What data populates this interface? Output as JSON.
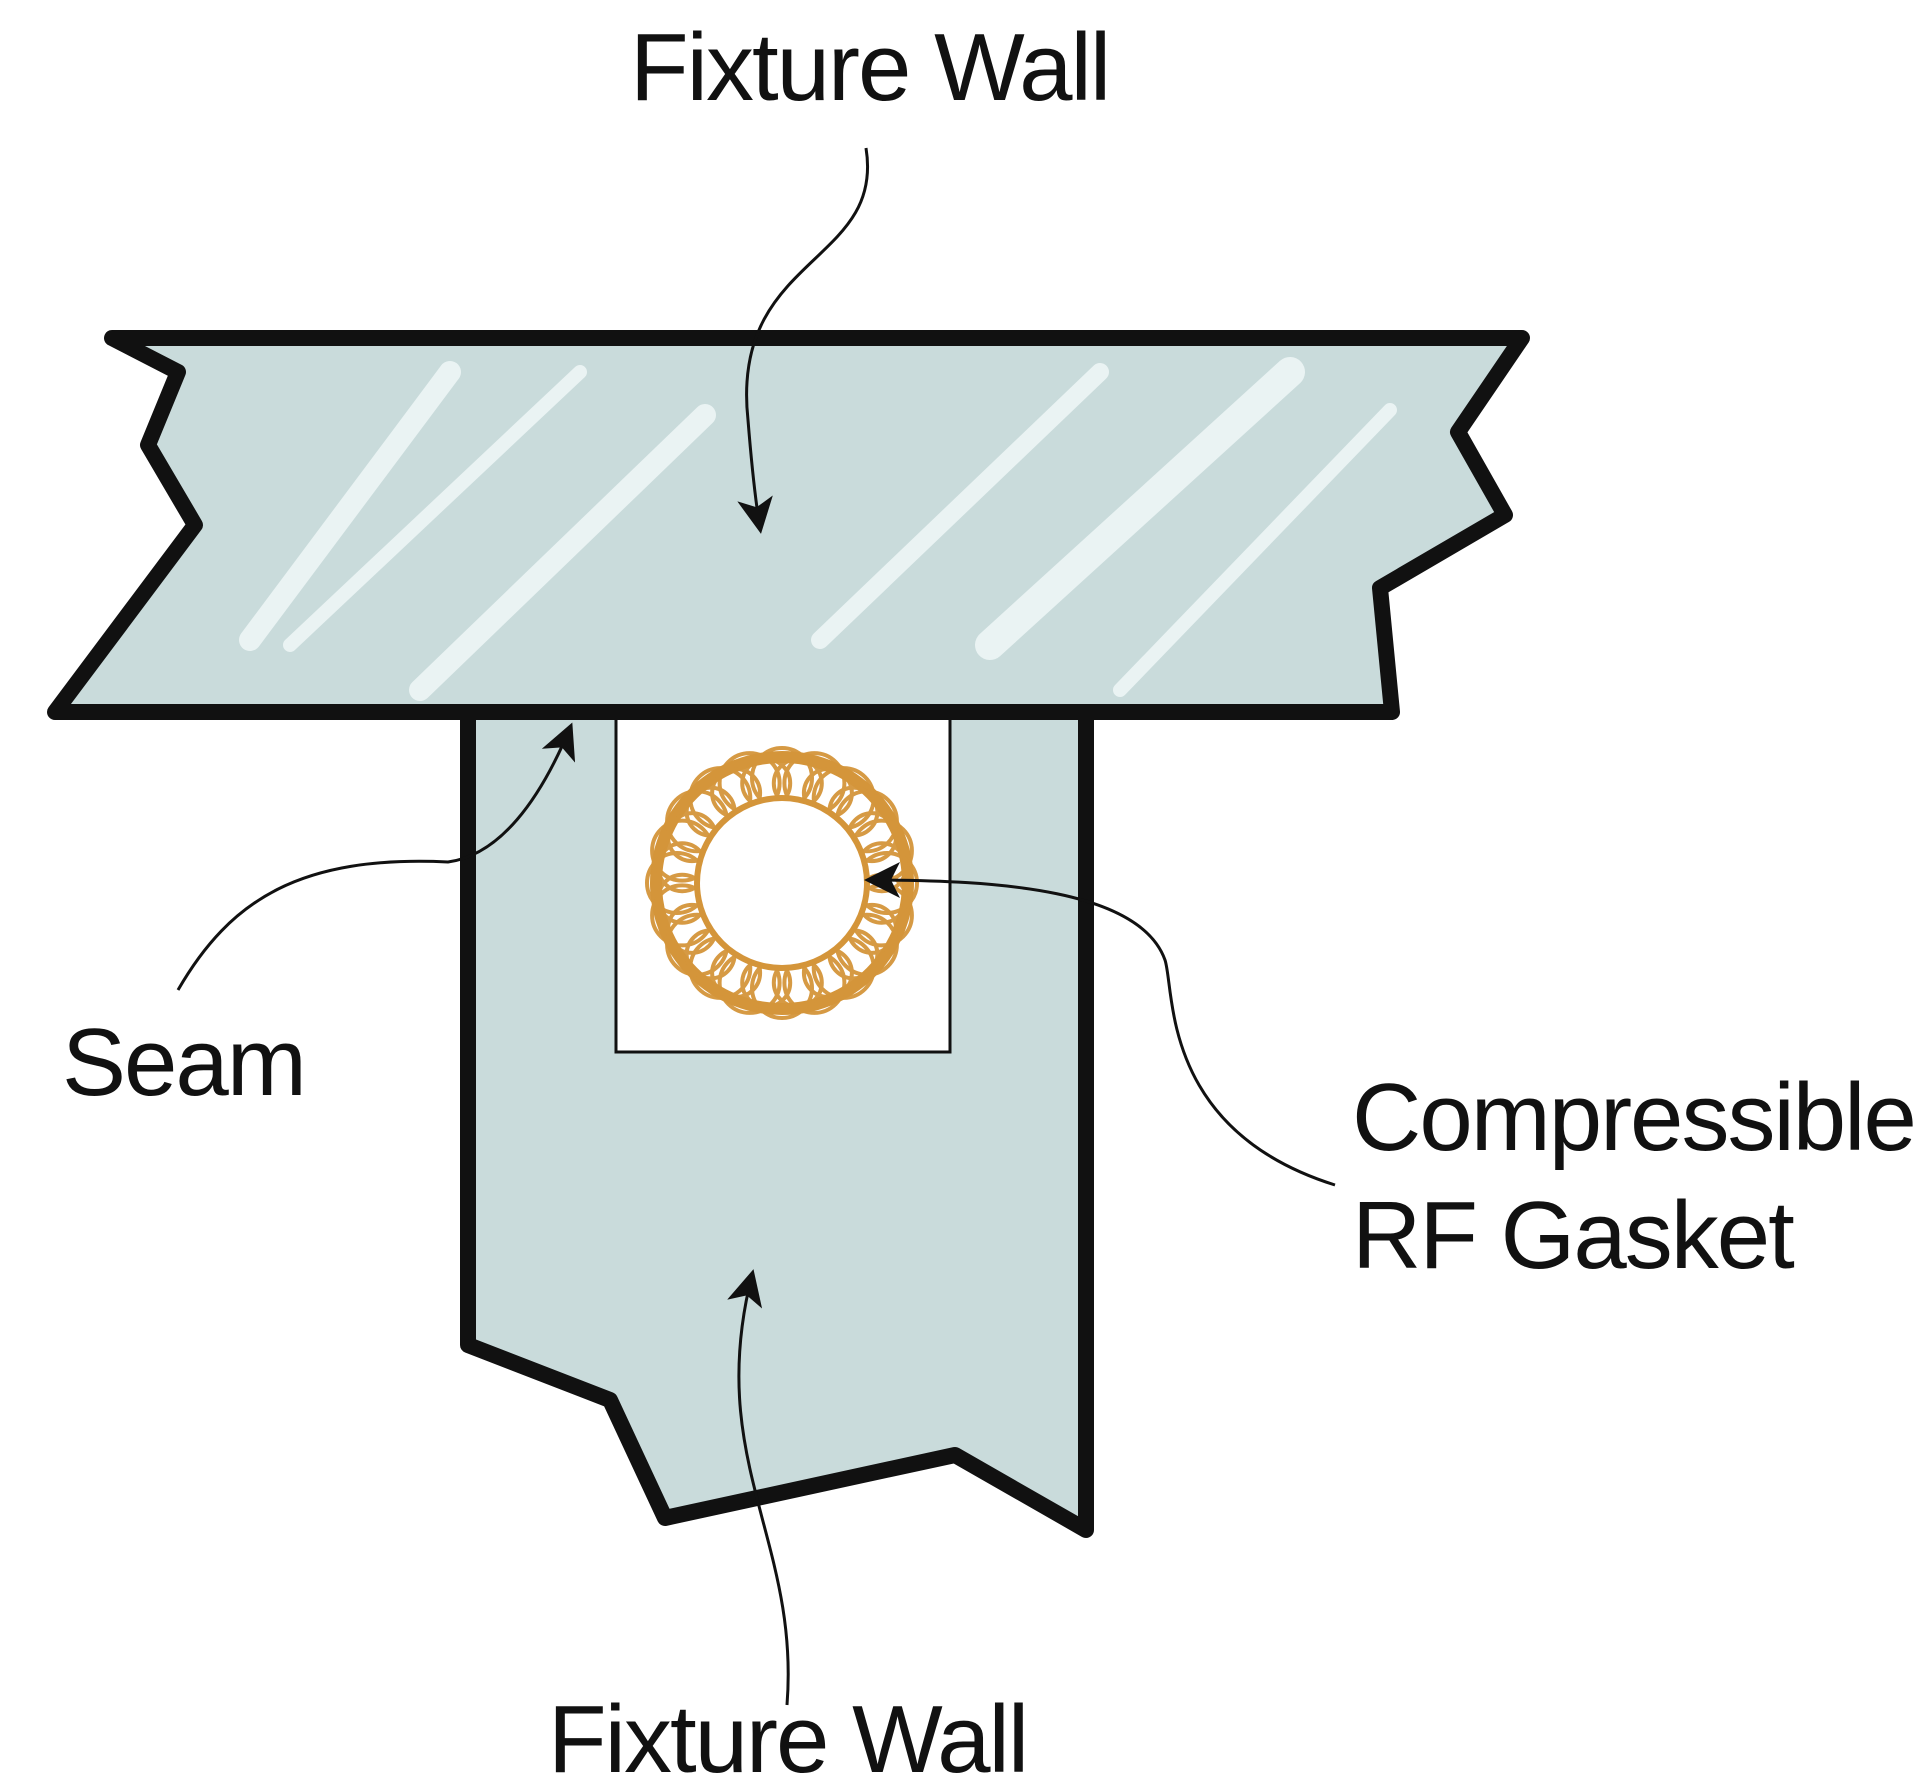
{
  "labels": {
    "top_wall": "Fixture Wall",
    "bottom_wall": "Fixture Wall",
    "seam": "Seam",
    "gasket_line1": "Compressible",
    "gasket_line2": "RF Gasket"
  },
  "colors": {
    "wall_fill": "#c9dbdb",
    "wall_highlight": "#eaf3f3",
    "outline": "#111111",
    "gasket_gold": "#d4953a",
    "groove_fill": "#ffffff",
    "text": "#111111"
  }
}
